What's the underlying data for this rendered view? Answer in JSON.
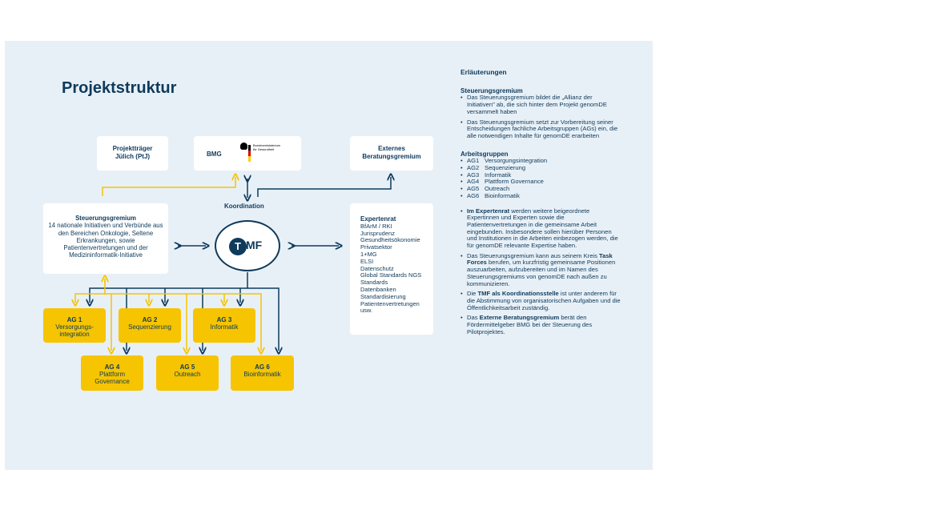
{
  "title": "Projektstruktur",
  "top_boxes": {
    "ptj": "Projektträger\nJülich (PtJ)",
    "bmg": "BMG",
    "bmg_logo_line1": "Bundesministerium",
    "bmg_logo_line2": "für Gesundheit",
    "externes": "Externes\nBeratungsgremium"
  },
  "koordination": "Koordination",
  "tmf": {
    "t": "T",
    "mf": "MF"
  },
  "steuerungsgremium": {
    "title": "Steuerungsgremium",
    "text": "14 nationale Initiativen und Verbünde aus den Bereichen Onkologie, Seltene Erkrankungen, sowie Patientenvertretungen und der Medizininformatik-Initiative"
  },
  "expertenrat": {
    "title": "Expertenrat",
    "items": [
      "BfArM / RKI",
      "Jurisprudenz",
      "Gesundheitsökonomie",
      "Privatsektor",
      "1+MG",
      "ELSI",
      "Datenschutz",
      "Global Standards NGS",
      "Standards",
      "Datenbanken",
      "Standardisierung",
      "Patientenvertretungen",
      "usw."
    ]
  },
  "ags": [
    {
      "num": "AG 1",
      "name": "Versorgungs-\nintegration"
    },
    {
      "num": "AG 2",
      "name": "Sequenzierung"
    },
    {
      "num": "AG 3",
      "name": "Informatik"
    },
    {
      "num": "AG 4",
      "name": "Plattform\nGovernance"
    },
    {
      "num": "AG 5",
      "name": "Outreach"
    },
    {
      "num": "AG 6",
      "name": "Bioinformatik"
    }
  ],
  "explanations": {
    "title": "Erläuterungen",
    "steuer_heading": "Steuerungsgremium",
    "steuer_items": [
      "Das Steuerungsgremium bildet die „Allianz der Initiativen\" ab, die sich hinter dem Projekt genomDE versammelt haben",
      "Das Steuerungsgremium setzt zur Vorbereitung seiner Entscheidungen fachliche Arbeitsgruppen (AGs) ein, die alle notwendigen Inhalte für genomDE erarbeiten"
    ],
    "ag_heading": "Arbeitsgruppen",
    "ag_items": [
      {
        "code": "AG1",
        "name": "Versorgungsintegration"
      },
      {
        "code": "AG2",
        "name": "Sequenzierung"
      },
      {
        "code": "AG3",
        "name": "Informatik"
      },
      {
        "code": "AG4",
        "name": "Plattform Governance"
      },
      {
        "code": "AG5",
        "name": "Outreach"
      },
      {
        "code": "AG6",
        "name": "Bioinformatik"
      }
    ],
    "notes": [
      {
        "pre": "",
        "bold": "Im Expertenrat",
        "post": " werden weitere beigeordnete Expertinnen und Experten sowie die Patientenvertretungen in die gemeinsame Arbeit eingebunden. Insbesondere sollen hierüber Personen und Institutionen in die Arbeiten einbezogen werden, die für genomDE relevante Expertise haben."
      },
      {
        "pre": "Das Steuerungsgremium kann aus seinem Kreis ",
        "bold": "Task Forces",
        "post": " berufen, um kurzfristig gemeinsame Positionen auszuarbeiten, aufzubereiten und im Namen des Steuerungsgremiums von genomDE nach außen zu kommunizieren."
      },
      {
        "pre": "Die ",
        "bold": "TMF als Koordinationsstelle",
        "post": " ist unter anderem für die Abstimmung von organisatorischen Aufgaben und die Öffentlichkeitsarbeit zuständig."
      },
      {
        "pre": "Das ",
        "bold": "Externe Beratungsgremium",
        "post": " berät den Fördermittelgeber BMG bei der Steuerung des Pilotprojektes."
      }
    ]
  },
  "colors": {
    "navy": "#0e3a5b",
    "yellow": "#f6c400",
    "panel": "#e8f0f7"
  }
}
